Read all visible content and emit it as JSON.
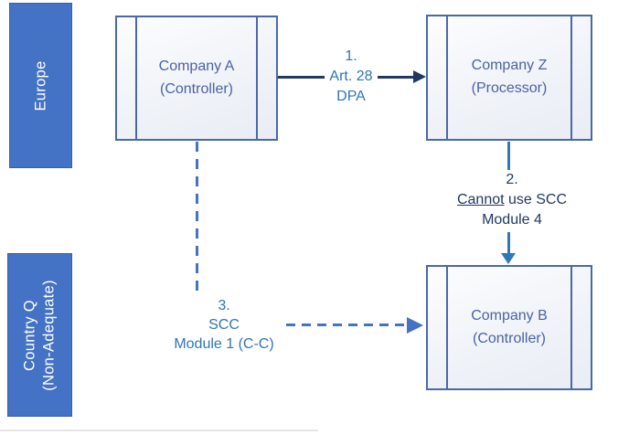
{
  "regions": {
    "europe": {
      "label": "Europe"
    },
    "country_q": {
      "line1": "Country Q",
      "line2": "(Non-Adequate)"
    }
  },
  "nodes": {
    "company_a": {
      "title": "Company A",
      "subtitle": "(Controller)"
    },
    "company_z": {
      "title": "Company Z",
      "subtitle": "(Processor)"
    },
    "company_b": {
      "title": "Company B",
      "subtitle": "(Controller)"
    }
  },
  "edges": {
    "edge1": {
      "step": "1.",
      "line2": "Art. 28",
      "line3": "DPA",
      "style": "solid-arrow"
    },
    "edge2": {
      "step": "2.",
      "underlined": "Cannot",
      "rest": " use SCC",
      "line3": "Module 4",
      "style": "solid-arrow"
    },
    "edge3": {
      "step": "3.",
      "line2": "SCC",
      "line3": "Module 1 (C-C)",
      "style": "dashed-arrow"
    }
  },
  "colors": {
    "region_fill": "#4472C4",
    "node_border": "#4A68A8",
    "node_text": "#4A63A2",
    "edge1_line": "#1F3864",
    "edge2_line": "#2E78B8",
    "edge3_line": "#4472C4",
    "label_blue": "#2E75B6",
    "label_navy": "#1F3864"
  }
}
